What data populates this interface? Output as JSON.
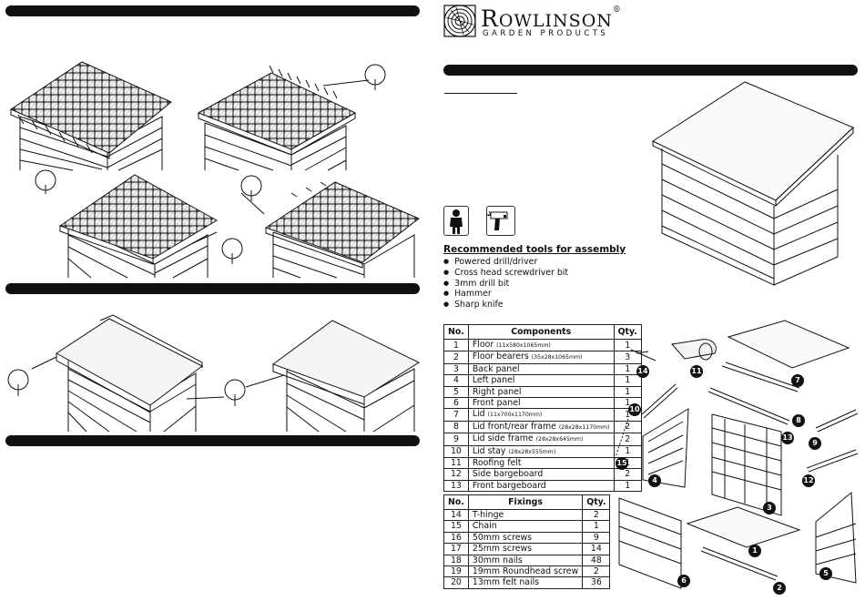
{
  "brand": {
    "name_first": "R",
    "name_rest": "OWLINSON",
    "registered_mark": "®",
    "tagline": "GARDEN PRODUCTS"
  },
  "tools": {
    "title": "Recommended tools for assembly",
    "items": [
      "Powered drill/driver",
      "Cross head screwdriver bit",
      "3mm drill bit",
      "Hammer",
      "Sharp knife"
    ]
  },
  "components_table": {
    "headers": {
      "no": "No.",
      "name": "Components",
      "qty": "Qty."
    },
    "rows": [
      {
        "no": "1",
        "name": "Floor",
        "dim": "(11x580x1065mm)",
        "qty": "1"
      },
      {
        "no": "2",
        "name": "Floor bearers",
        "dim": "(35x28x1065mm)",
        "qty": "3"
      },
      {
        "no": "3",
        "name": "Back panel",
        "dim": "",
        "qty": "1"
      },
      {
        "no": "4",
        "name": "Left panel",
        "dim": "",
        "qty": "1"
      },
      {
        "no": "5",
        "name": "Right panel",
        "dim": "",
        "qty": "1"
      },
      {
        "no": "6",
        "name": "Front panel",
        "dim": "",
        "qty": "1"
      },
      {
        "no": "7",
        "name": "Lid",
        "dim": "(11x700x1170mm)",
        "qty": "1"
      },
      {
        "no": "8",
        "name": "Lid front/rear frame",
        "dim": "(28x28x1170mm)",
        "qty": "2"
      },
      {
        "no": "9",
        "name": "Lid side frame",
        "dim": "(28x28x645mm)",
        "qty": "2"
      },
      {
        "no": "10",
        "name": "Lid stay",
        "dim": "(28x28x555mm)",
        "qty": "1"
      },
      {
        "no": "11",
        "name": "Roofing felt",
        "dim": "",
        "qty": "1"
      },
      {
        "no": "12",
        "name": "Side bargeboard",
        "dim": "",
        "qty": "2"
      },
      {
        "no": "13",
        "name": "Front bargeboard",
        "dim": "",
        "qty": "1"
      }
    ]
  },
  "fixings_table": {
    "headers": {
      "no": "No.",
      "name": "Fixings",
      "qty": "Qty."
    },
    "rows": [
      {
        "no": "14",
        "name": "T-hinge",
        "qty": "2"
      },
      {
        "no": "15",
        "name": "Chain",
        "qty": "1"
      },
      {
        "no": "16",
        "name": "50mm screws",
        "qty": "9"
      },
      {
        "no": "17",
        "name": "25mm screws",
        "qty": "14"
      },
      {
        "no": "18",
        "name": "30mm nails",
        "qty": "48"
      },
      {
        "no": "19",
        "name": "19mm Roundhead screw",
        "qty": "2"
      },
      {
        "no": "20",
        "name": "13mm felt nails",
        "qty": "36"
      }
    ]
  },
  "callouts": [
    "14",
    "11",
    "7",
    "10",
    "8",
    "13",
    "9",
    "15",
    "4",
    "3",
    "12",
    "1",
    "6",
    "2",
    "5"
  ],
  "icons": [
    "person-icon",
    "drill-icon",
    "nail-icon",
    "roofing-felt-roll-icon"
  ]
}
